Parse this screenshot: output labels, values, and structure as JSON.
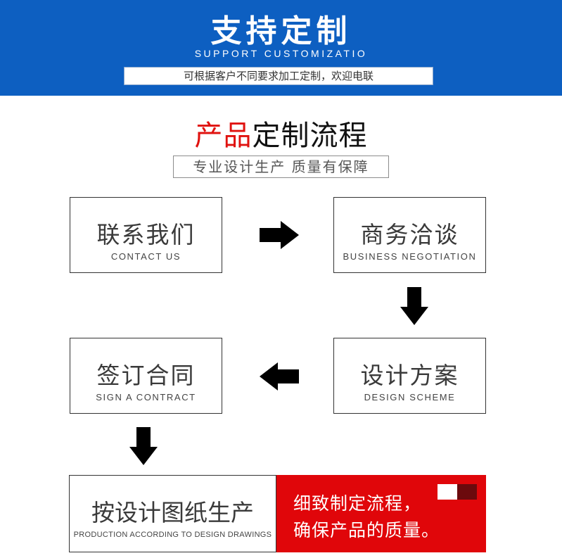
{
  "header": {
    "title": "支持定制",
    "subtitle": "SUPPORT CUSTOMIZATIO",
    "note": "可根据客户不同要求加工定制，欢迎电联"
  },
  "section": {
    "title_red": "产品",
    "title_black": "定制流程",
    "subtitle": "专业设计生产 质量有保障"
  },
  "steps": [
    {
      "cn": "联系我们",
      "en": "CONTACT US"
    },
    {
      "cn": "商务洽谈",
      "en": "BUSINESS NEGOTIATION"
    },
    {
      "cn": "设计方案",
      "en": "DESIGN SCHEME"
    },
    {
      "cn": "签订合同",
      "en": "SIGN A CONTRACT"
    },
    {
      "cn": "按设计图纸生产",
      "en": "PRODUCTION ACCORDING TO DESIGN DRAWINGS"
    }
  ],
  "callout": {
    "line1": "细致制定流程，",
    "line2": "确保产品的质量。"
  },
  "arrows": [
    "arrow-right-icon",
    "arrow-down-icon",
    "arrow-left-icon",
    "arrow-down-icon"
  ],
  "colors": {
    "header_blue": "#0d5fc1",
    "accent_red": "#e0120f",
    "callout_red": "#e0060a"
  }
}
